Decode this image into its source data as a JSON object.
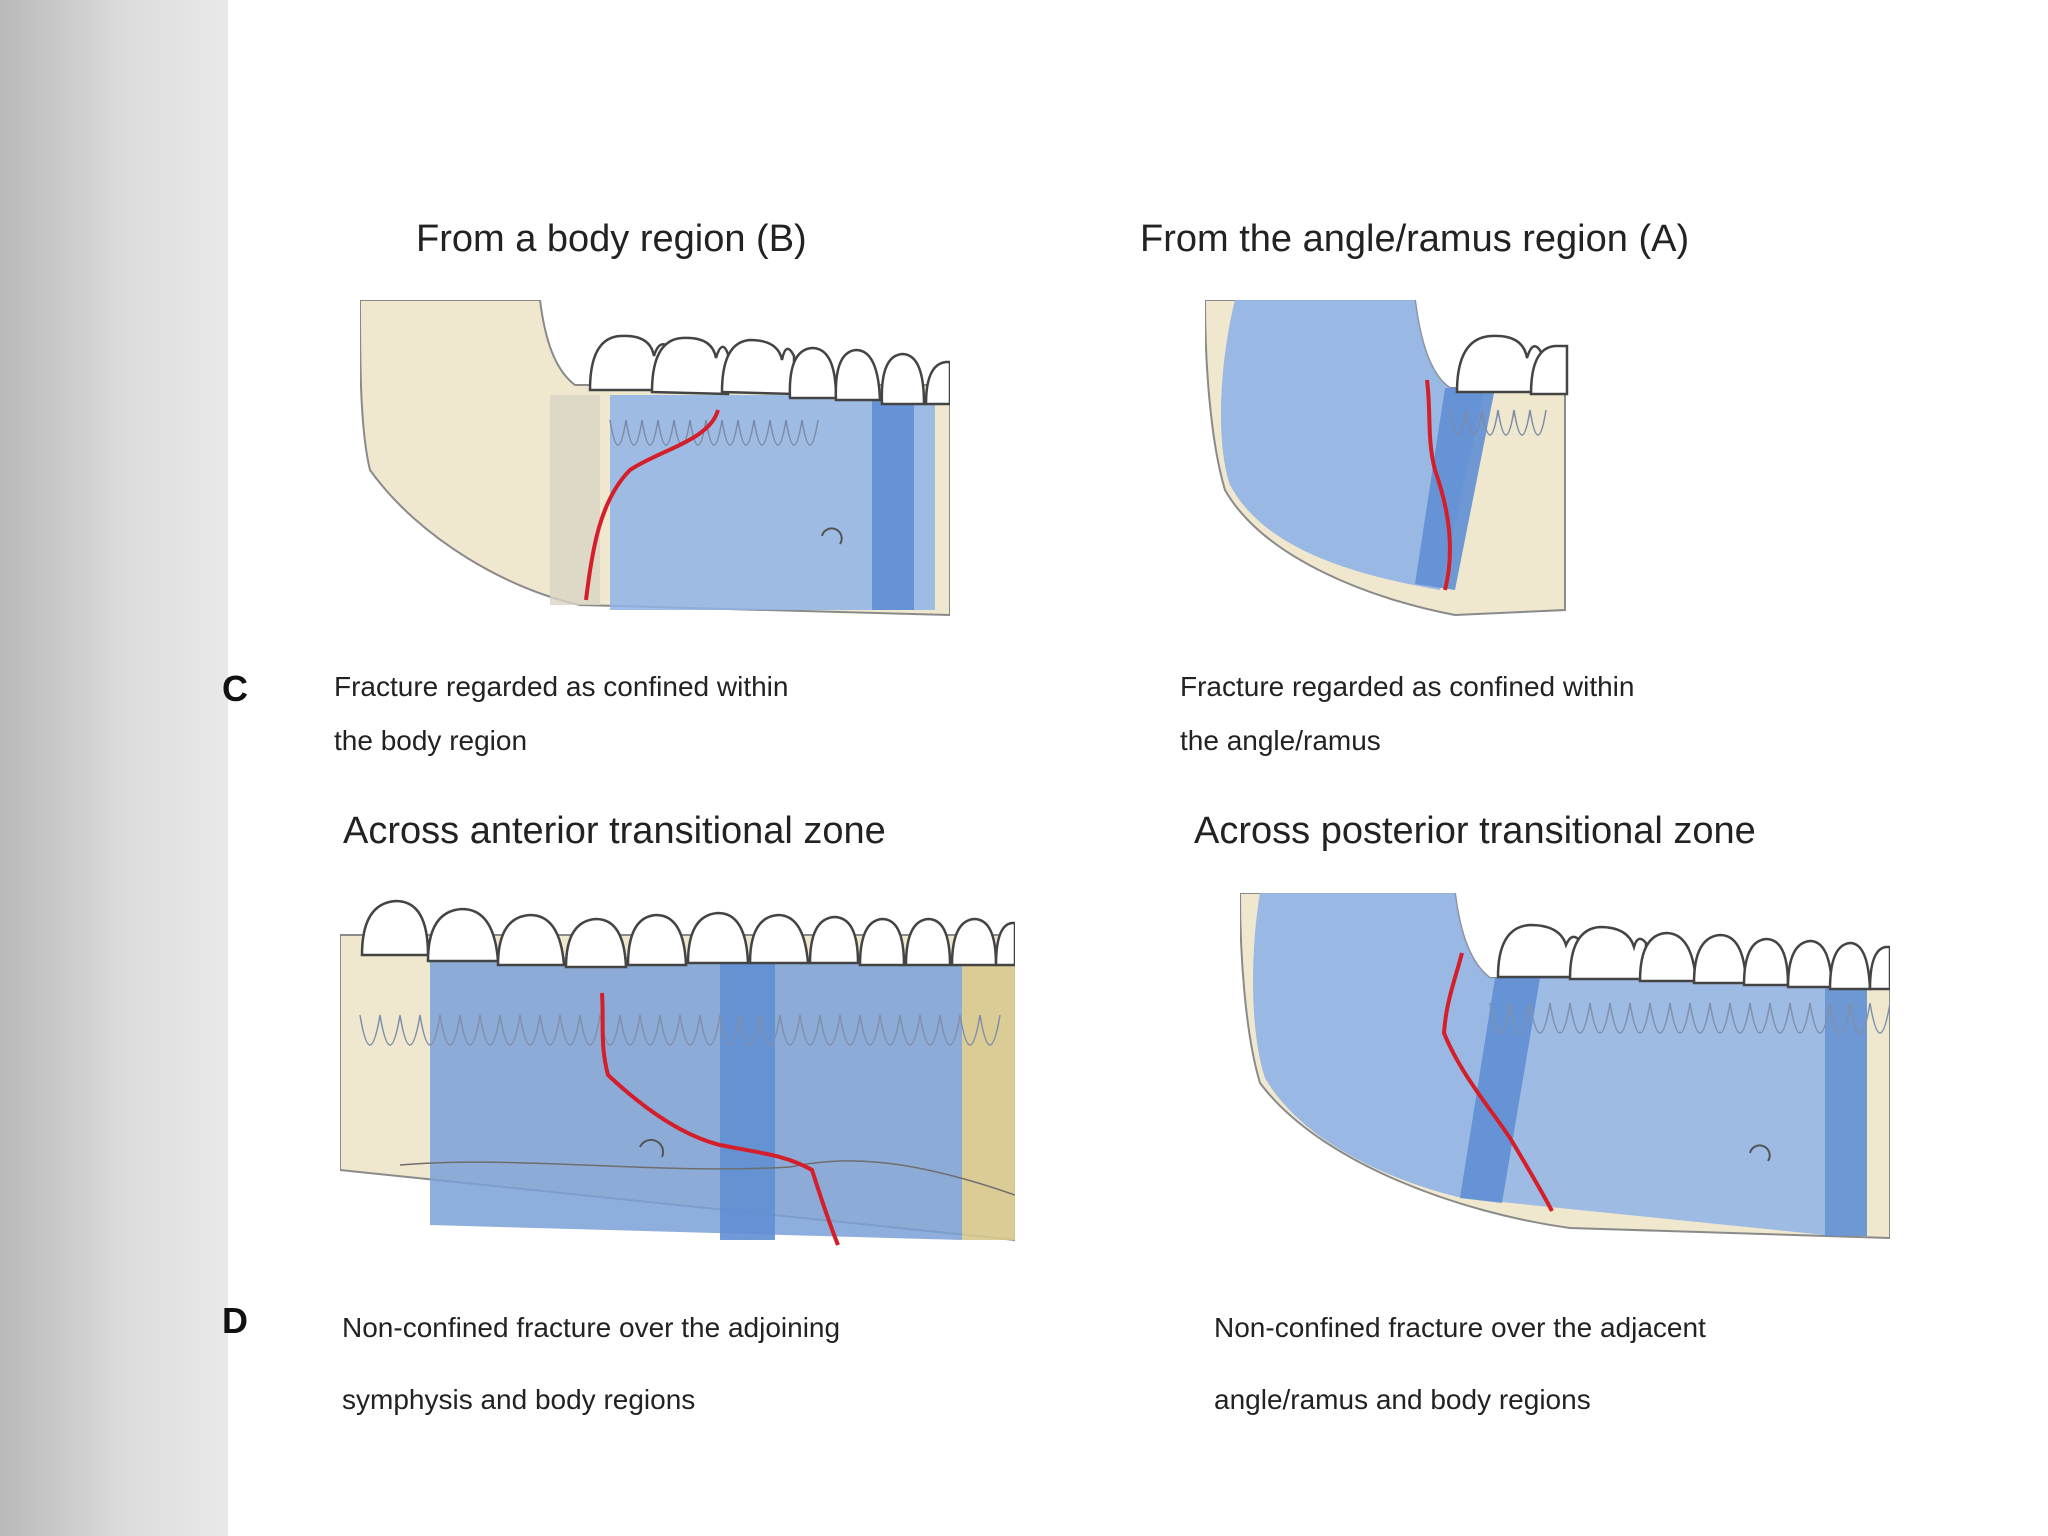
{
  "panels": [
    {
      "letter": "C",
      "left": {
        "title": "From a body region (B)",
        "caption_line1": "Fracture regarded as confined within",
        "caption_line2": "the body region"
      },
      "right": {
        "title": "From the angle/ramus region (A)",
        "caption_line1": "Fracture regarded as confined within",
        "caption_line2": "the angle/ramus"
      }
    },
    {
      "letter": "D",
      "left": {
        "title": "Across anterior transitional zone",
        "caption_line1": "Non-confined fracture over the adjoining",
        "caption_line2": "symphysis and body regions"
      },
      "right": {
        "title": "Across posterior transitional zone",
        "caption_line1": "Non-confined fracture over the adjacent",
        "caption_line2": "angle/ramus and body regions"
      }
    }
  ],
  "colors": {
    "bone": "#efe8cf",
    "region_blue": "#8fb3e6",
    "transition_blue": "#5f8fd3",
    "fracture_line": "#d41f2a",
    "tooth": "#ffffff",
    "outline": "#6b6b6b"
  }
}
